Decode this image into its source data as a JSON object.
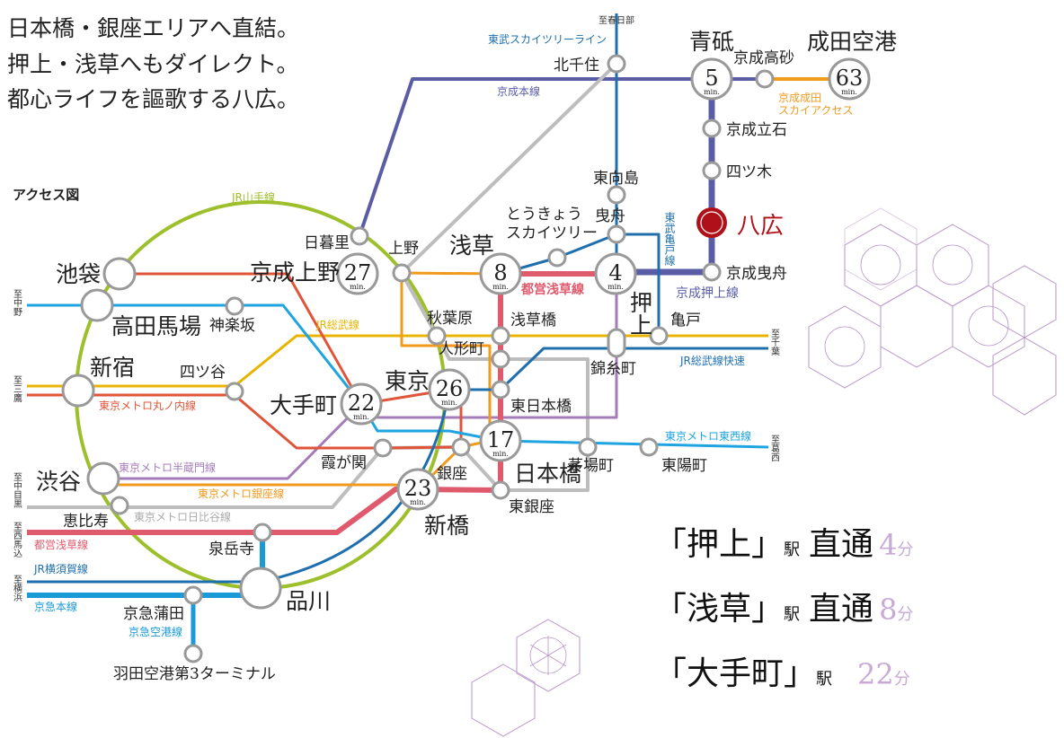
{
  "headline": [
    "日本橋・銀座エリアへ直結。",
    "押上・浅草へもダイレクト。",
    "都心ライフを謳歌する八広。"
  ],
  "access_title": "アクセス図",
  "colors": {
    "yamanote": "#9dbf2b",
    "keisei": "#5a5ca6",
    "tobu": "#1f6fae",
    "asakusa": "#e05a6e",
    "ginza": "#f09a1e",
    "hibiya": "#bdbdbd",
    "marunouchi": "#e0553a",
    "tozai": "#1ea4e0",
    "sobu": "#e8b400",
    "hanzomon": "#a57cba",
    "keikyu": "#1a9ad6",
    "yahiro": "#b0101a",
    "accent": "#c9a9d6"
  },
  "lines": {
    "yamanote": "JR山手線",
    "sobu": "JR総武線",
    "marunouchi": "東京メトロ丸ノ内線",
    "hanzomon": "東京メトロ半蔵門線",
    "ginza": "東京メトロ銀座線",
    "hibiya": "東京メトロ日比谷線",
    "asakusa": "都営浅草線",
    "asakusa_main": "都営浅草線",
    "yokosuka": "JR横須賀線",
    "keikyu": "京急本線",
    "keikyu_airport": "京急空港線",
    "tozai": "東京メトロ東西線",
    "sobu_rapid": "JR総武線快速",
    "keisei_main": "京成本線",
    "tobu_skytree": "東武スカイツリーライン",
    "tobu_kameido": "東武亀戸線",
    "keisei_oshiage": "京成押上線",
    "sky_access_1": "京成成田",
    "sky_access_2": "スカイアクセス"
  },
  "directions": {
    "nakano": "至中野",
    "mitaka": "至三鷹",
    "nakameguro": "至中目黒",
    "nishimagome": "至西馬込",
    "yokohama": "至横浜",
    "kasukabe": "至春日部",
    "chiba": "至千葉",
    "kasai": "至葛西"
  },
  "stations": {
    "ikebukuro": "池袋",
    "takadanobaba": "高田馬場",
    "shinjuku": "新宿",
    "shibuya": "渋谷",
    "ebisu": "恵比寿",
    "shinagawa": "品川",
    "kagurazaka": "神楽坂",
    "yotsuya": "四ツ谷",
    "nippori": "日暮里",
    "keisei_ueno": "京成上野",
    "ueno": "上野",
    "asakusa": "浅草",
    "oshiage": "押上",
    "aoto": "青砥",
    "narita": "成田空港",
    "keisei_takasago": "京成高砂",
    "kitasenju": "北千住",
    "keisei_tateishi": "京成立石",
    "yotsugi": "四ツ木",
    "yahiro": "八広",
    "keisei_hikifune": "京成曳舟",
    "higashimukojima": "東向島",
    "hikifune": "曳舟",
    "skytree_1": "とうきょう",
    "skytree_2": "スカイツリー",
    "akihabara": "秋葉原",
    "asakusabashi": "浅草橋",
    "ningyocho": "人形町",
    "higashinihombashi": "東日本橋",
    "kameido": "亀戸",
    "kinshicho": "錦糸町",
    "otemachi": "大手町",
    "tokyo": "東京",
    "nihombashi": "日本橋",
    "kasumigaseki": "霞が関",
    "ginza": "銀座",
    "shimbashi": "新橋",
    "higashiginza": "東銀座",
    "kayabacho": "茅場町",
    "toyocho": "東陽町",
    "sengakuji": "泉岳寺",
    "keikyukamata": "京急蒲田",
    "haneda_t3": "羽田空港第3ターミナル"
  },
  "times": {
    "keisei_ueno": "27",
    "asakusa": "8",
    "oshiage": "4",
    "aoto": "5",
    "narita": "63",
    "otemachi": "22",
    "tokyo": "26",
    "nihombashi": "17",
    "shimbashi": "23"
  },
  "min_unit": "min.",
  "summary": [
    {
      "open": "「",
      "station": "押上",
      "close": "」",
      "suffix": "駅",
      "direct": "直通",
      "time": "4",
      "unit": "分"
    },
    {
      "open": "「",
      "station": "浅草",
      "close": "」",
      "suffix": "駅",
      "direct": "直通",
      "time": "8",
      "unit": "分"
    },
    {
      "open": "「",
      "station": "大手町",
      "close": "」",
      "suffix": "駅",
      "direct": "",
      "time": "22",
      "unit": "分"
    }
  ]
}
